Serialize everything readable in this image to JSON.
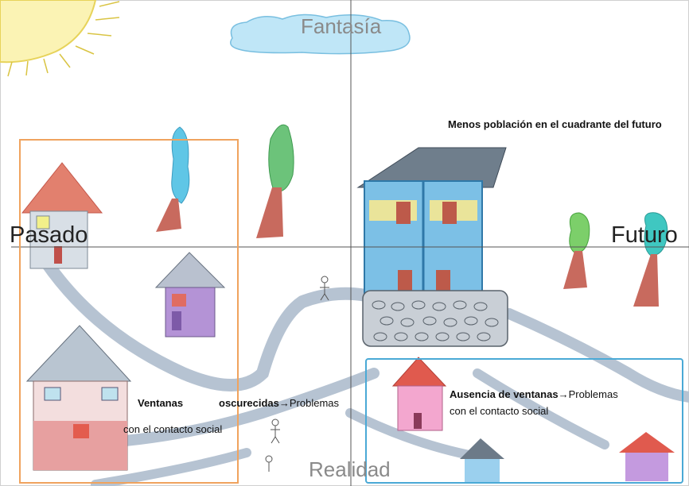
{
  "axes": {
    "top": "Fantasía",
    "bottom": "Realidad",
    "left": "Pasado",
    "right": "Futuro"
  },
  "annotations": {
    "future_population": "Menos población en el cuadrante del futuro",
    "left_bold_1": "Ventanas",
    "left_bold_2": "oscurecidas",
    "left_arrow": "→",
    "left_tail_1": "Problemas",
    "left_tail_2": "con el contacto social",
    "right_bold": "Ausencia de ventanas",
    "right_arrow": "→",
    "right_tail_1": "Problemas",
    "right_tail_2": "con el contacto social"
  },
  "colors": {
    "past_box": "#f0a35e",
    "future_box": "#4aa9d6",
    "axis_lines": "#555555"
  }
}
